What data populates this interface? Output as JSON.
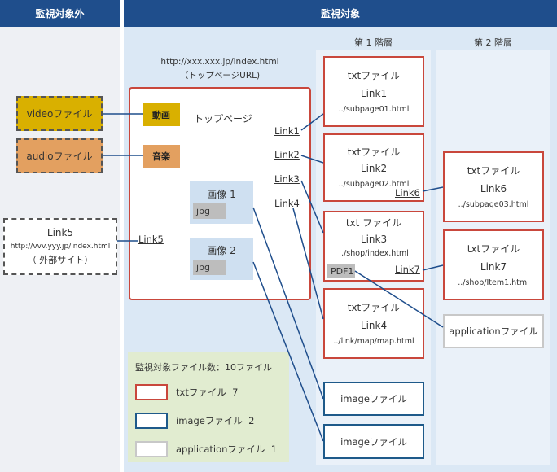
{
  "headers": {
    "left": "監視対象外",
    "right": "監視対象",
    "col1": "第 1 階層",
    "col2": "第 2 階層"
  },
  "top_url": {
    "line1": "http://xxx.xxx.jp/index.html",
    "line2": "（トップページURL)"
  },
  "top_page": {
    "title": "トップページ",
    "video_tag": "動画",
    "audio_tag": "音楽",
    "image1": "画像 1",
    "image2": "画像 2",
    "jpg": "jpg",
    "link1": "Link1",
    "link2": "Link2",
    "link3": "Link3",
    "link4": "Link4",
    "link5": "Link5"
  },
  "outside": {
    "video": "videoファイル",
    "audio": "audioファイル",
    "ext_title": "Link5",
    "ext_url": "http://vvv.yyy.jp/index.html",
    "ext_label": "（ 外部サイト）"
  },
  "level1": [
    {
      "type": "txtファイル",
      "name": "Link1",
      "path": "../subpage01.html"
    },
    {
      "type": "txtファイル",
      "name": "Link2",
      "path": "../subpage02.html",
      "sublink": "Link6"
    },
    {
      "type": "txt ファイル",
      "name": "Link3",
      "path": "../shop/index.html",
      "pdf": "PDF1",
      "sublink": "Link7"
    },
    {
      "type": "txtファイル",
      "name": "Link4",
      "path": "../link/map/map.html"
    }
  ],
  "image_files": [
    "imageファイル",
    "imageファイル"
  ],
  "level2": [
    {
      "type": "txtファイル",
      "name": "Link6",
      "path": "../subpage03.html"
    },
    {
      "type": "txtファイル",
      "name": "Link7",
      "path": "../shop/Item1.html"
    }
  ],
  "application_file": "applicationファイル",
  "legend": {
    "title": "監視対象ファイル数：10ファイル",
    "items": [
      {
        "label": "txtファイル  7",
        "color": "#c9473c"
      },
      {
        "label": "imageファイル  2",
        "color": "#1e5a8a"
      },
      {
        "label": "applicationファイル  1",
        "color": "#c8c8c8"
      }
    ]
  },
  "colors": {
    "header": "#1f4e8c",
    "video": "#d9b000",
    "audio": "#e3a060",
    "tag": "#d9b000",
    "tag_audio": "#e3a060"
  }
}
